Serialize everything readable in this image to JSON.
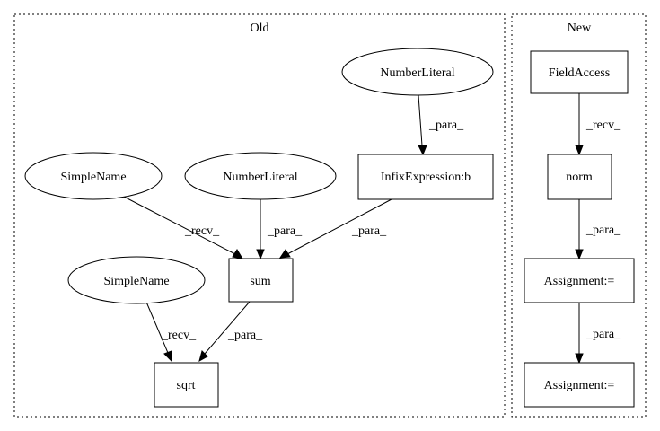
{
  "clusters": {
    "old": {
      "title": "Old"
    },
    "new": {
      "title": "New"
    }
  },
  "nodes": {
    "old_number_literal_top": {
      "label": "NumberLiteral"
    },
    "old_simple_name_1": {
      "label": "SimpleName"
    },
    "old_number_literal_mid": {
      "label": "NumberLiteral"
    },
    "old_infix_expression": {
      "label": "InfixExpression:b"
    },
    "old_simple_name_2": {
      "label": "SimpleName"
    },
    "old_sum": {
      "label": "sum"
    },
    "old_sqrt": {
      "label": "sqrt"
    },
    "new_field_access": {
      "label": "FieldAccess"
    },
    "new_norm": {
      "label": "norm"
    },
    "new_assignment_1": {
      "label": "Assignment:="
    },
    "new_assignment_2": {
      "label": "Assignment:="
    }
  },
  "edges": {
    "literal_top_to_infix": {
      "label": "_para_"
    },
    "simple_name_1_to_sum": {
      "label": "_recv_"
    },
    "literal_mid_to_sum": {
      "label": "_para_"
    },
    "infix_to_sum": {
      "label": "_para_"
    },
    "simple_name_2_to_sqrt": {
      "label": "_recv_"
    },
    "sum_to_sqrt": {
      "label": "_para_"
    },
    "field_access_to_norm": {
      "label": "_recv_"
    },
    "norm_to_assignment_1": {
      "label": "_para_"
    },
    "assignment_1_to_assignment_2": {
      "label": "_para_"
    }
  }
}
